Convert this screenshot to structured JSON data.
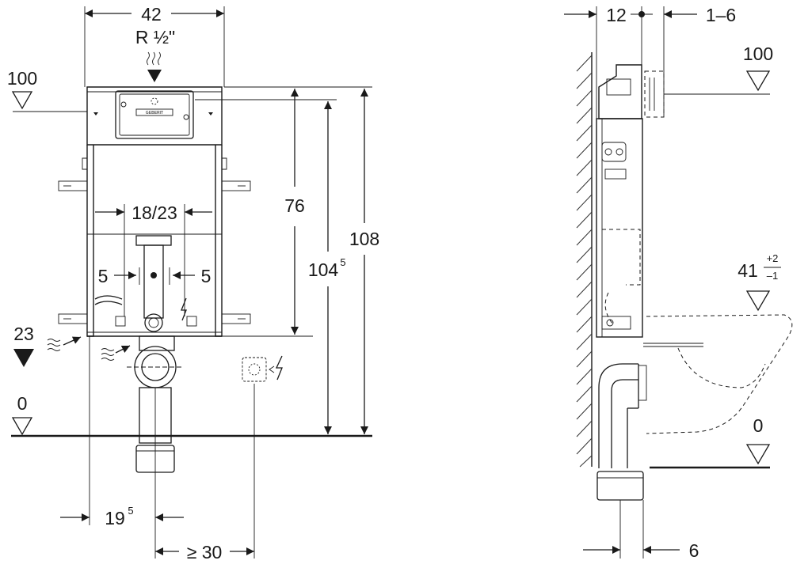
{
  "front_view": {
    "dim_width": "42",
    "dim_inlet": "R ½\"",
    "level_top": "100",
    "level_supply": "23",
    "level_floor": "0",
    "dim_bracket": "18/23",
    "dim_offset_left": "5",
    "dim_offset_right": "5",
    "dim_height_frame": "76",
    "dim_height_total_main": "104",
    "dim_height_total_sup": "5",
    "dim_height_max": "108",
    "dim_drain_main": "19",
    "dim_drain_sup": "5",
    "dim_socket": "≥ 30",
    "brand_label": "GEBERIT"
  },
  "side_view": {
    "dim_depth": "12",
    "dim_adjust": "1–6",
    "level_top": "100",
    "level_seat_main": "41",
    "level_seat_plus": "+2",
    "level_seat_minus": "–1",
    "level_floor": "0",
    "dim_bottom": "6"
  },
  "icons": [
    "water-supply-icon",
    "electric-icon",
    "socket-box-icon",
    "level-triangle-icon"
  ]
}
